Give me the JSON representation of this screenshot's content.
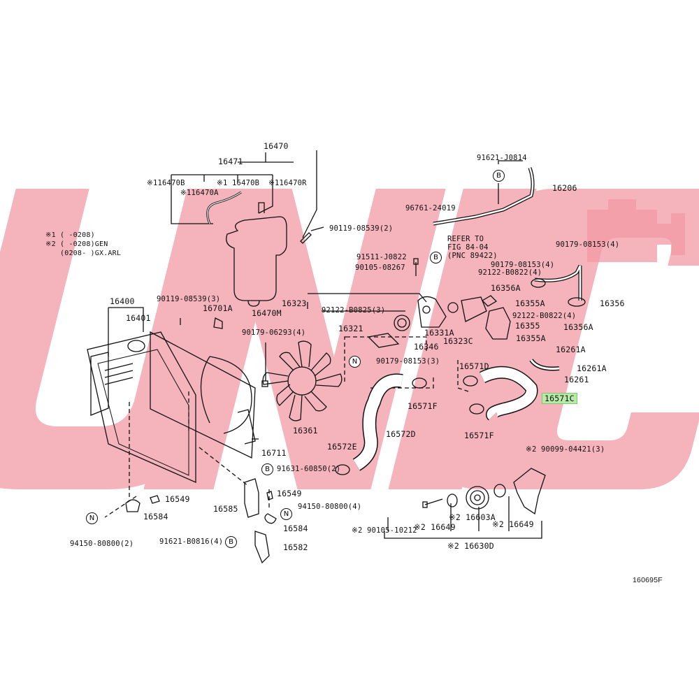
{
  "diagram_id": "160695F",
  "watermark": "UNIQUE",
  "notes": {
    "line1": "※1 (      -0208)",
    "line2": "※2 (      -0208)GEN",
    "line3": "(0208-    )GX.ARL"
  },
  "refer": {
    "line1": "REFER TO",
    "line2": "FIG 84-04",
    "line3": "(PNC 89422)"
  },
  "highlighted_part": "16571C",
  "parts": {
    "p16470": "16470",
    "p16471": "16471",
    "p16470B_1": "※116470B",
    "p16470B_2": "※1 16470B",
    "p16470R": "※116470R",
    "p16470A": "※116470A",
    "p90119_08539_2": "90119-08539(2)",
    "p16470M": "16470M",
    "p91621_J0814": "91621-J0814",
    "p16206": "16206",
    "p96761_24019": "96761-24019",
    "p90179_08153_4a": "90179-08153(4)",
    "p91511_J0822": "91511-J0822",
    "p90105_08267": "90105-08267",
    "p90179_08153_4b": "90179-08153(4)",
    "p92122_B0822_4a": "92122-B0822(4)",
    "p16356A_1": "16356A",
    "p16355A_1": "16355A",
    "p16356": "16356",
    "p92122_B0822_4b": "92122-B0822(4)",
    "p16355": "16355",
    "p16356A_2": "16356A",
    "p16323": "16323",
    "p92122_B0825_3": "92122-B0825(3)",
    "p16321": "16321",
    "p16331A": "16331A",
    "p16346": "16346",
    "p16323C": "16323C",
    "p16355A_2": "16355A",
    "p16261A_1": "16261A",
    "p16261A_2": "16261A",
    "p16261": "16261",
    "p90179_08153_3": "90179-08153(3)",
    "p16571D": "16571D",
    "p16571C": "16571C",
    "p16571F_1": "16571F",
    "p16571F_2": "16571F",
    "p16400": "16400",
    "p16401": "16401",
    "p90119_08539_3": "90119-08539(3)",
    "p16701A": "16701A",
    "p90179_06293_4": "90179-06293(4)",
    "p16361": "16361",
    "p16711": "16711",
    "p16572D": "16572D",
    "p16572E": "16572E",
    "p91631_60850_2": "91631-60850(2)",
    "p16549_1": "16549",
    "p16549_2": "16549",
    "p16585": "16585",
    "p94150_80800_4": "94150-80800(4)",
    "p16584_1": "16584",
    "p16584_2": "16584",
    "p94150_80800_2": "94150-80800(2)",
    "p91621_B0816_4": "91621-B0816(4)",
    "p16582": "16582",
    "p90099_04421_3": "※2 90099-04421(3)",
    "p90105_10212": "※2 90105-10212",
    "p16649_1": "※2 16649",
    "p16603A": "※2 16603A",
    "p16649_2": "※2 16649",
    "p16630D": "※2 16630D"
  },
  "markers": {
    "B": "B",
    "N": "N"
  }
}
